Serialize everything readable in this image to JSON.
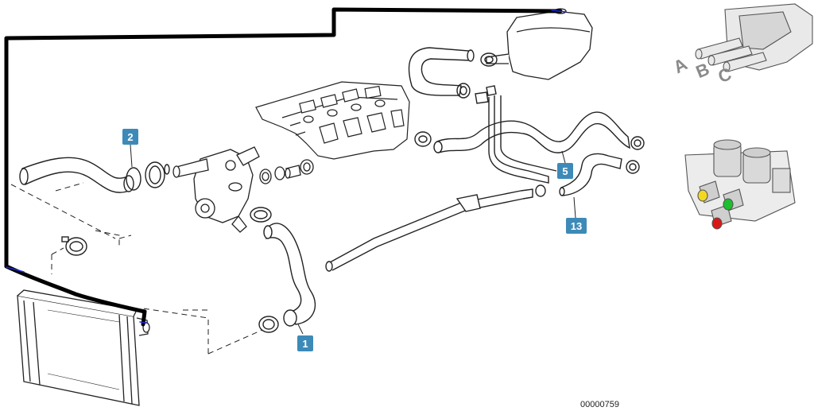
{
  "callouts": {
    "c1": "1",
    "c2": "2",
    "c5": "5",
    "c13": "13"
  },
  "inset_letters": {
    "a": "A",
    "b": "B",
    "c": "C"
  },
  "figure_id": "00000759",
  "colors": {
    "callout": "#3d8ab8",
    "route_line": "#000000",
    "route_line_tip": "#1a2bd6",
    "letters": "#8a8a8a",
    "port_yellow": "#f2d820",
    "port_green": "#1dbf2f",
    "port_red": "#d81818"
  }
}
